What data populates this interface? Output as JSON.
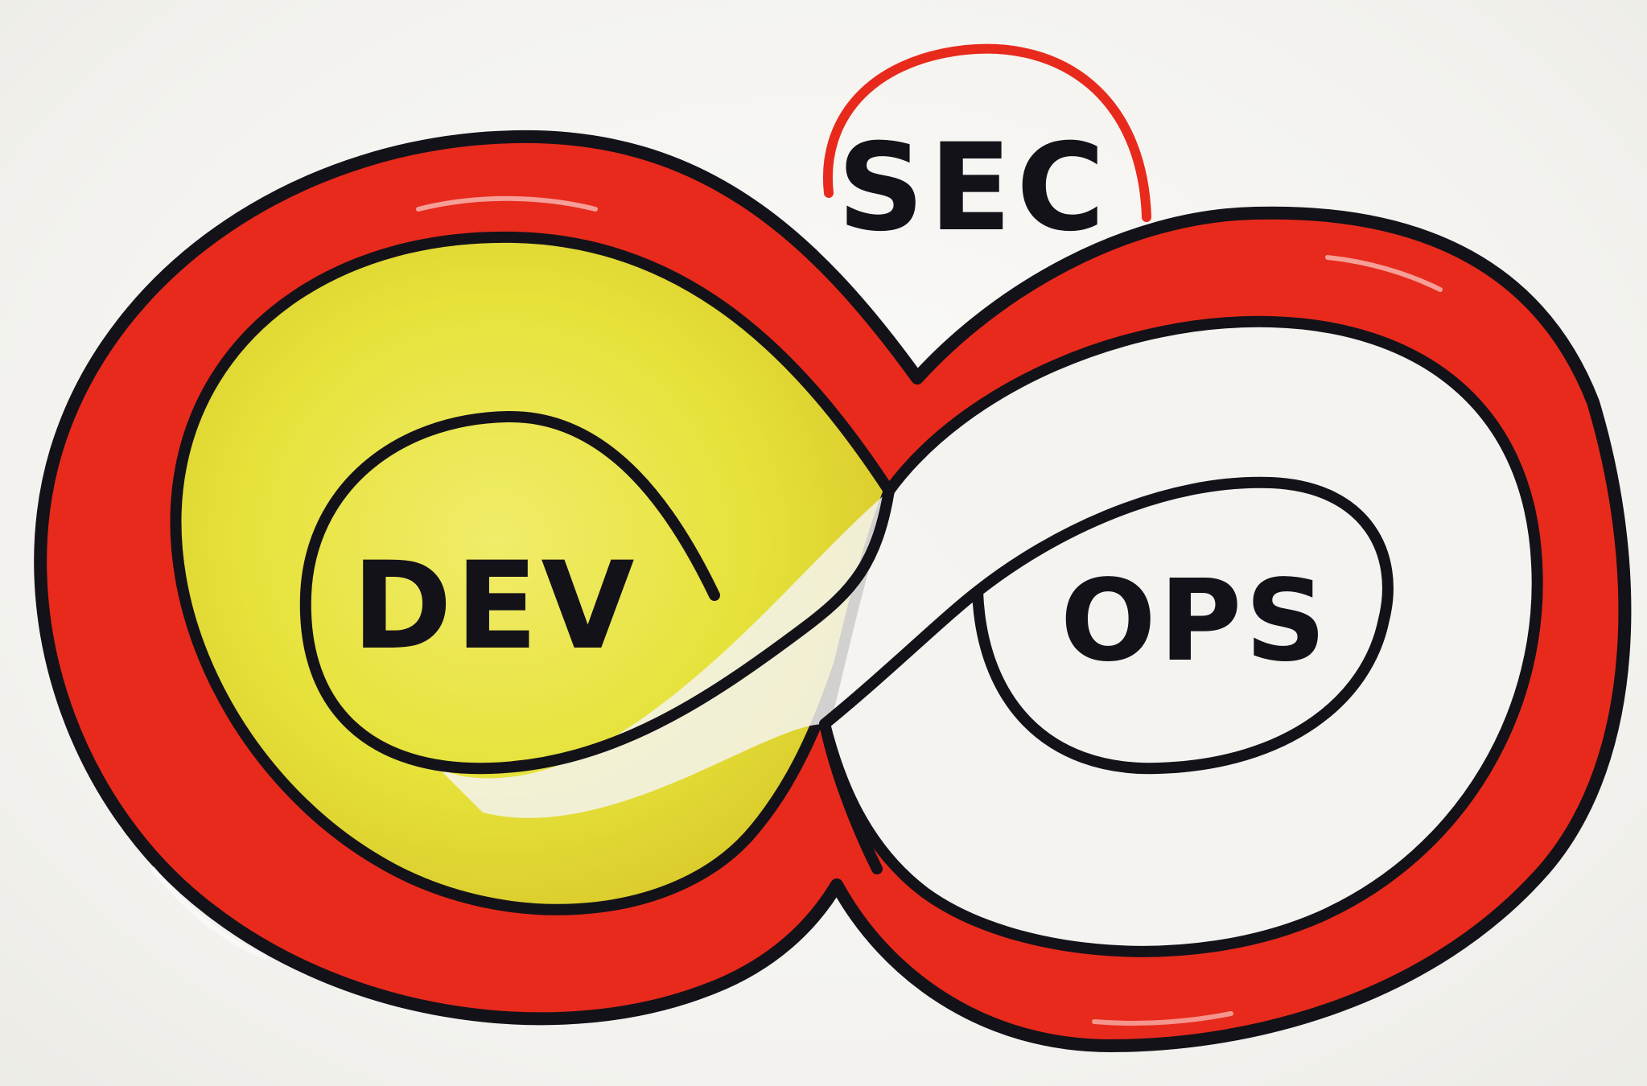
{
  "labels": {
    "sec": "SEC",
    "dev": "DEV",
    "ops": "OPS"
  },
  "colors": {
    "background": "#f5f4f1",
    "outer_band": "#e82a1c",
    "outline": "#141219",
    "dev_fill": "#e6e23a",
    "ops_fill": "#f4f3f0",
    "sec_arc": "#e82a1c"
  }
}
